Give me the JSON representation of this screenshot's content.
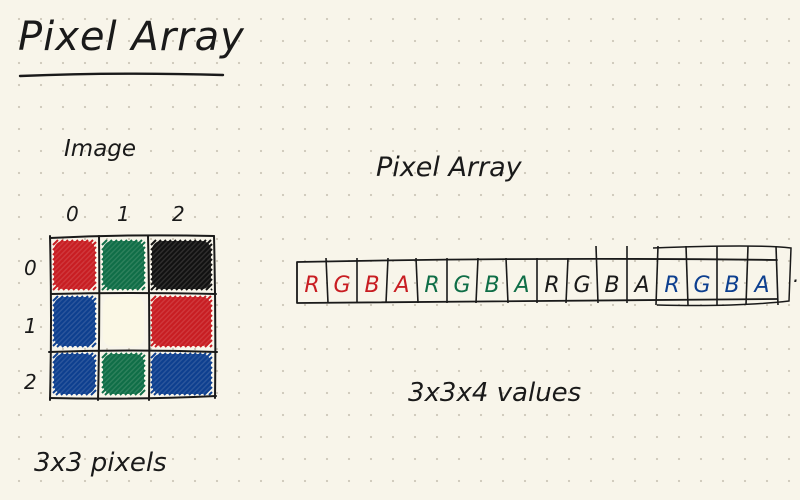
{
  "title": "Pixel Array",
  "image_section": {
    "label": "Image",
    "caption": "3x3 pixels",
    "column_indices": [
      "0",
      "1",
      "2"
    ],
    "row_indices": [
      "0",
      "1",
      "2"
    ],
    "cells": [
      [
        {
          "color": "#c81d22"
        },
        {
          "color": "#0f6e47"
        },
        {
          "color": "#111111"
        }
      ],
      [
        {
          "color": "#0d3f8f"
        },
        {
          "color": "#fbf8e6"
        },
        {
          "color": "#c81d22"
        }
      ],
      [
        {
          "color": "#0d3f8f"
        },
        {
          "color": "#0f6e47"
        },
        {
          "color": "#0d3f8f"
        }
      ]
    ]
  },
  "array_section": {
    "label": "Pixel Array",
    "caption": "3x3x4 values",
    "ellipsis": "...",
    "cells": [
      {
        "letter": "R",
        "color": "#c81d22"
      },
      {
        "letter": "G",
        "color": "#c81d22"
      },
      {
        "letter": "B",
        "color": "#c81d22"
      },
      {
        "letter": "A",
        "color": "#c81d22"
      },
      {
        "letter": "R",
        "color": "#0f6e47"
      },
      {
        "letter": "G",
        "color": "#0f6e47"
      },
      {
        "letter": "B",
        "color": "#0f6e47"
      },
      {
        "letter": "A",
        "color": "#0f6e47"
      },
      {
        "letter": "R",
        "color": "#1a1a1a"
      },
      {
        "letter": "G",
        "color": "#1a1a1a"
      },
      {
        "letter": "B",
        "color": "#1a1a1a"
      },
      {
        "letter": "A",
        "color": "#1a1a1a"
      },
      {
        "letter": "R",
        "color": "#0d3f8f"
      },
      {
        "letter": "G",
        "color": "#0d3f8f"
      },
      {
        "letter": "B",
        "color": "#0d3f8f"
      },
      {
        "letter": "A",
        "color": "#0d3f8f"
      }
    ]
  }
}
